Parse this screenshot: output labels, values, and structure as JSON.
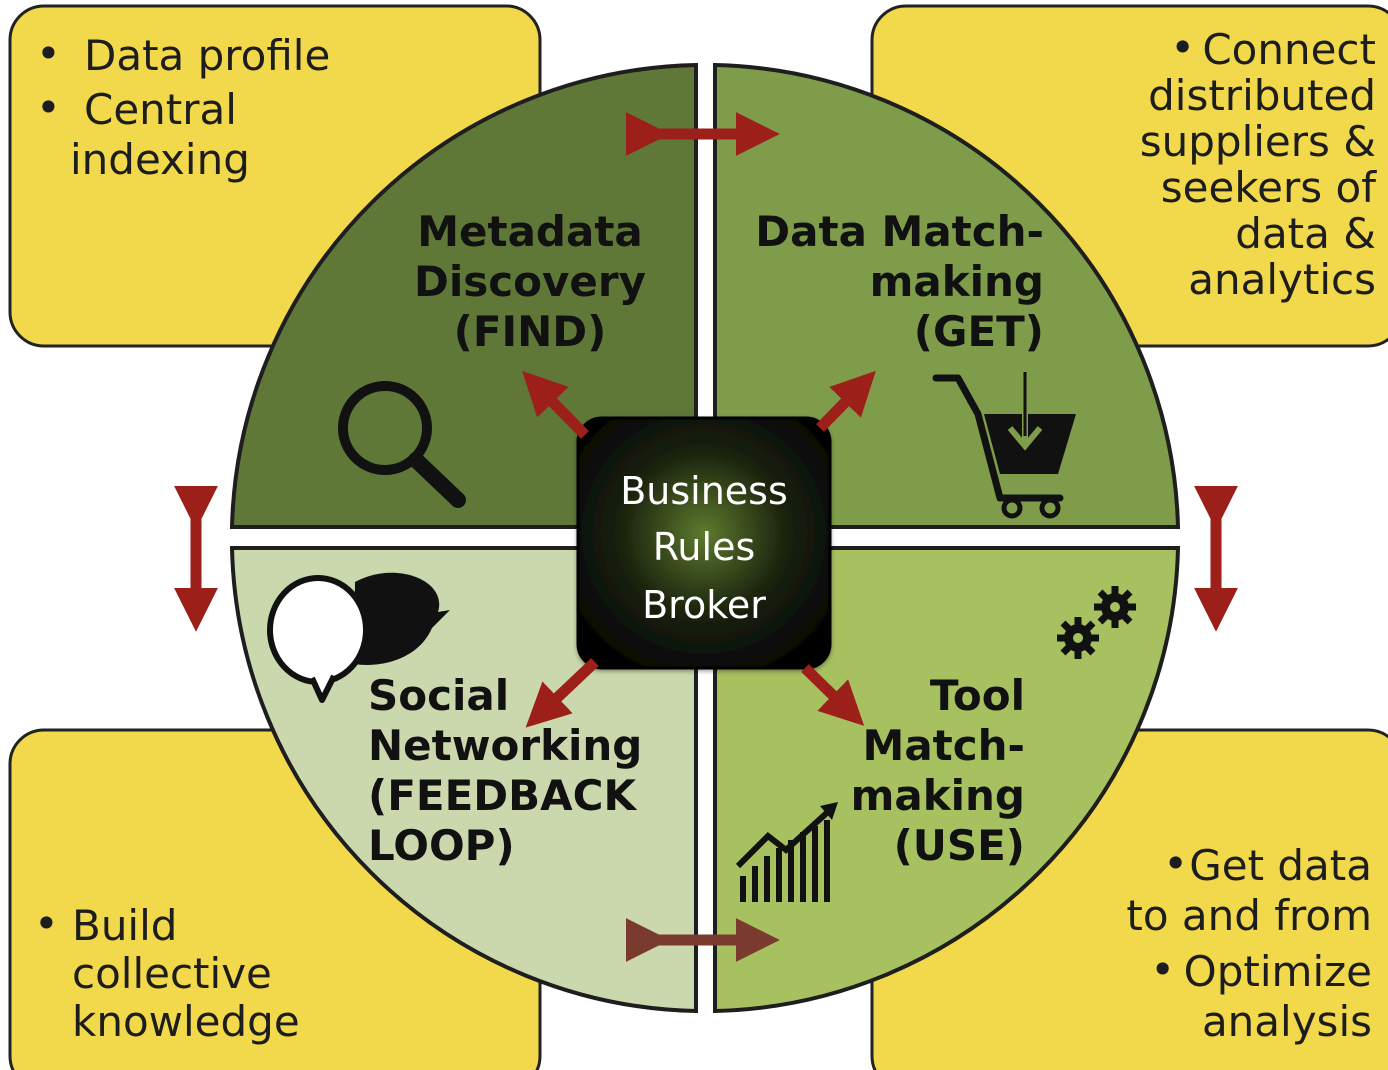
{
  "colors": {
    "corner_box": "#f2d84b",
    "find": "#5f7838",
    "get": "#7e9c4a",
    "feedback": "#cbd8ad",
    "use": "#a7c060",
    "arrow": "#9c1f1a",
    "arrow_muted": "#7a3a2e",
    "center_box": "#0a0a0a",
    "center_glow": "#5d7a2e"
  },
  "corners": {
    "top_left": {
      "lines": [
        "Data profile",
        "Central",
        "indexing"
      ]
    },
    "top_right": {
      "lines": [
        "Connect",
        "distributed",
        "suppliers &",
        "seekers of",
        "data &",
        "analytics"
      ]
    },
    "bottom_left": {
      "lines": [
        "Build",
        "collective",
        "knowledge"
      ]
    },
    "bottom_right": {
      "lines": [
        "Get data",
        "to and from",
        "Optimize",
        "analysis"
      ]
    }
  },
  "quadrants": {
    "find": {
      "title_lines": [
        "Metadata",
        "Discovery",
        "(FIND)"
      ],
      "icon": "magnifier-icon"
    },
    "get": {
      "title_lines": [
        "Data Match-",
        "making",
        "(GET)"
      ],
      "icon": "shopping-cart-icon"
    },
    "feedback": {
      "title_lines": [
        "Social",
        "Networking",
        "(FEEDBACK",
        "LOOP)"
      ],
      "icon": "speech-bubbles-icon"
    },
    "use": {
      "title_lines": [
        "Tool",
        "Match-",
        "making",
        "(USE)"
      ],
      "icons": [
        "gears-icon",
        "growth-chart-icon"
      ]
    }
  },
  "center": {
    "lines": [
      "Business",
      "Rules",
      "Broker"
    ]
  }
}
